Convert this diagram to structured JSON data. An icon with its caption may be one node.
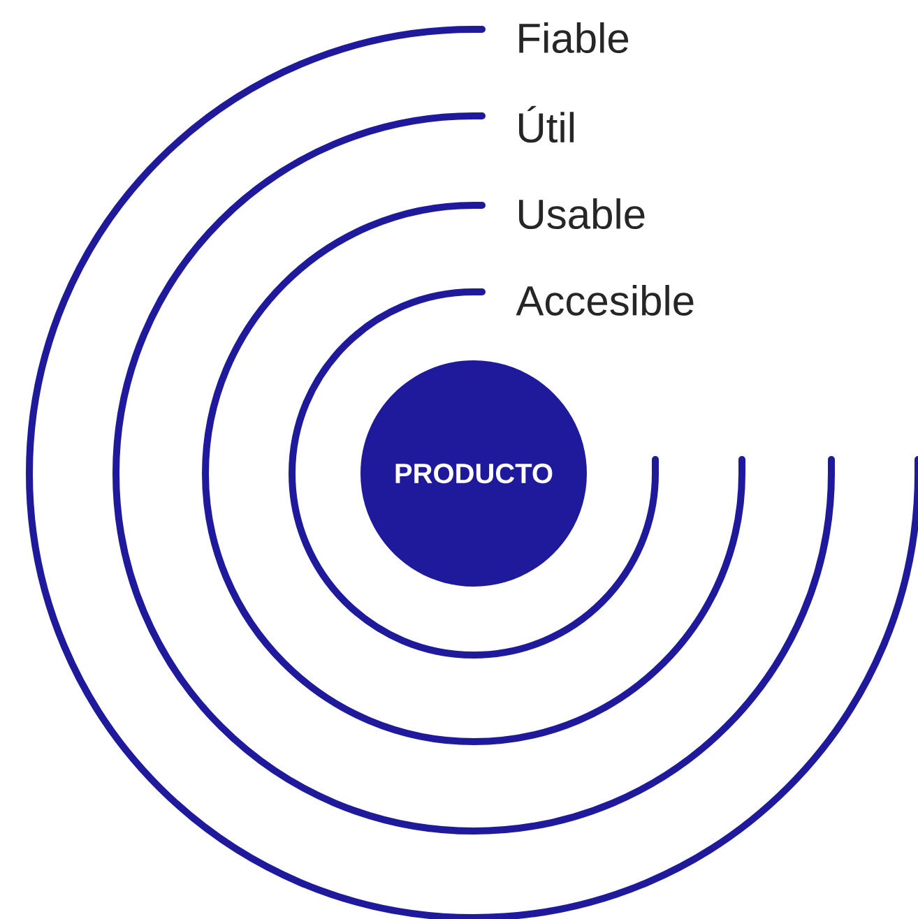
{
  "diagram": {
    "nodes": [
      {
        "text": [
          "PRODUCTO"
        ]
      }
    ],
    "labels": [
      "Fiable",
      "Útil",
      "Usable",
      "Accesible"
    ]
  }
}
